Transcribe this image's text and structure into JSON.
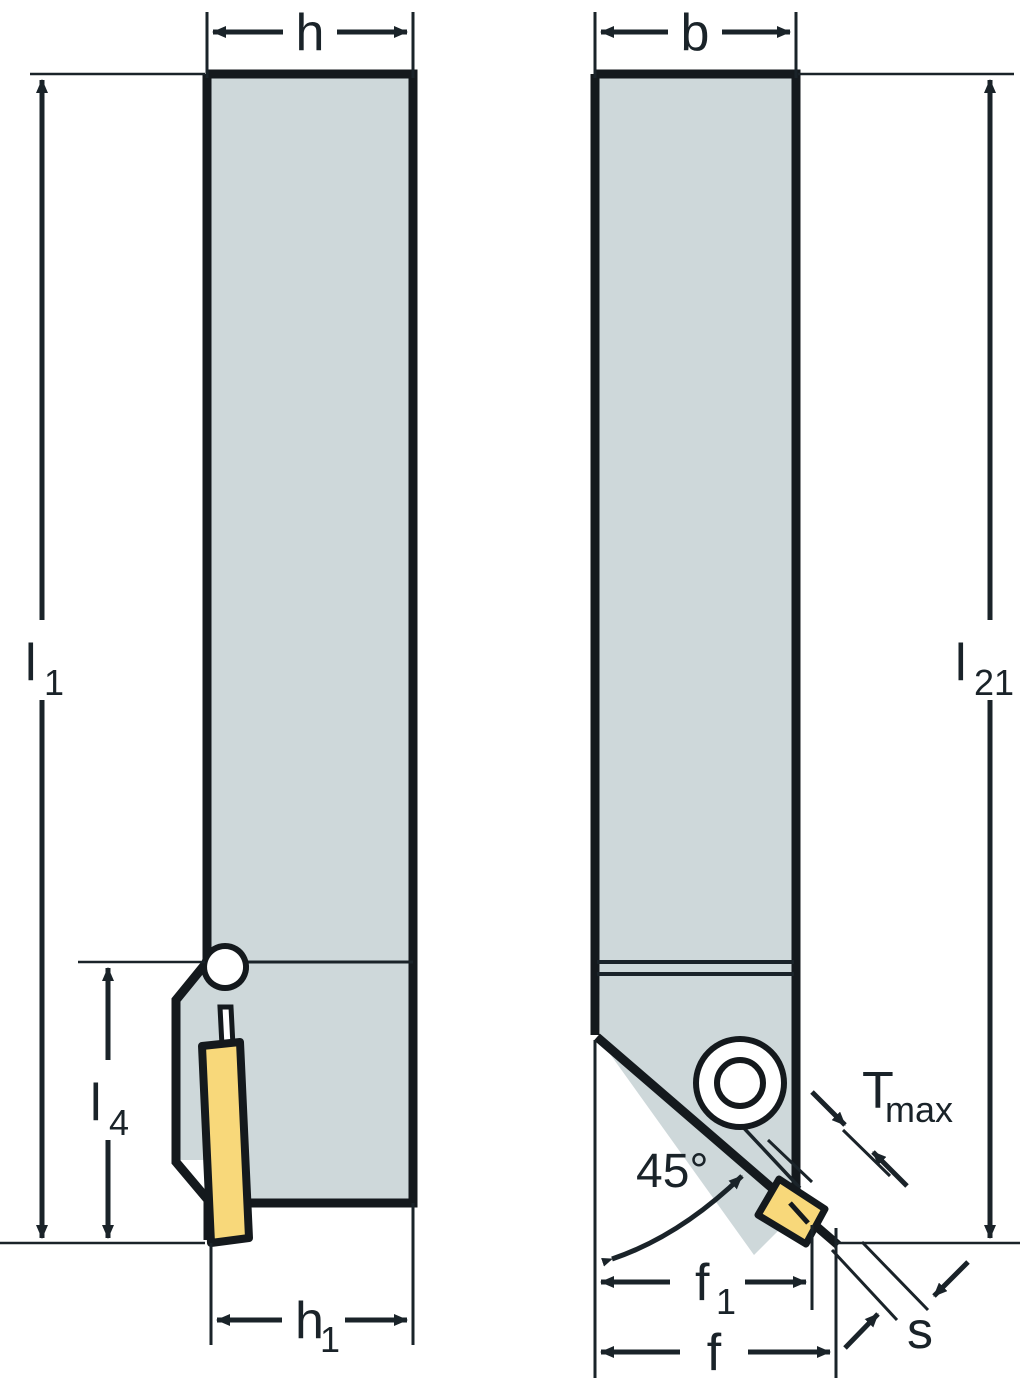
{
  "drawing": {
    "title": "Turning tool holder dimension drawing",
    "views": [
      {
        "name": "side-view",
        "label": ""
      },
      {
        "name": "front-view",
        "label": ""
      }
    ],
    "colors": {
      "outline": "#14191d",
      "body_fill": "#ced8da",
      "insert_fill": "#f8d87a",
      "insert_outline": "#14191d",
      "dimension_line": "#1a2329",
      "background": "#ffffff"
    }
  },
  "dimensions": {
    "h": {
      "label": "h",
      "sub": ""
    },
    "b": {
      "label": "b",
      "sub": ""
    },
    "l1": {
      "label": "l",
      "sub": "1"
    },
    "l21": {
      "label": "l",
      "sub": "21"
    },
    "l4": {
      "label": "l",
      "sub": "4"
    },
    "h1": {
      "label": "h",
      "sub": "1"
    },
    "f1": {
      "label": "f",
      "sub": "1"
    },
    "f": {
      "label": "f",
      "sub": ""
    },
    "s": {
      "label": "s",
      "sub": ""
    },
    "tmax": {
      "label": "T",
      "sub": "max"
    },
    "angle": {
      "label": "45°"
    }
  }
}
